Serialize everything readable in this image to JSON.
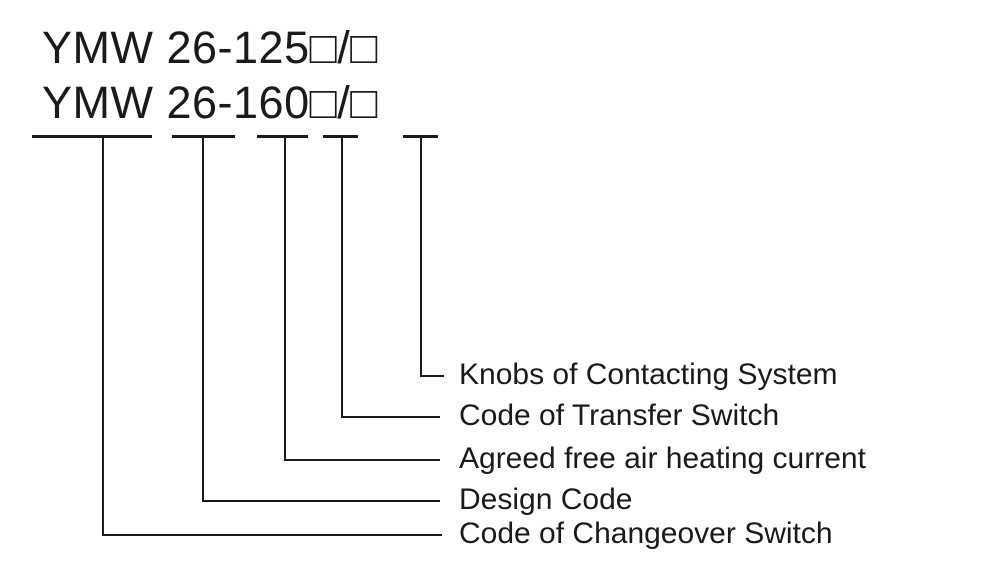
{
  "colors": {
    "ink": "#1a1a1a",
    "background": "#ffffff"
  },
  "model": {
    "line1": "YMW 26-125□/□",
    "line2": "YMW 26-160□/□"
  },
  "legend": {
    "items": [
      {
        "id": "knobs",
        "text": "Knobs of Contacting System"
      },
      {
        "id": "transfer",
        "text": "Code of Transfer Switch"
      },
      {
        "id": "agreed",
        "text": "Agreed free air heating current"
      },
      {
        "id": "design",
        "text": "Design Code"
      },
      {
        "id": "changeover",
        "text": "Code of Changeover Switch"
      }
    ]
  }
}
